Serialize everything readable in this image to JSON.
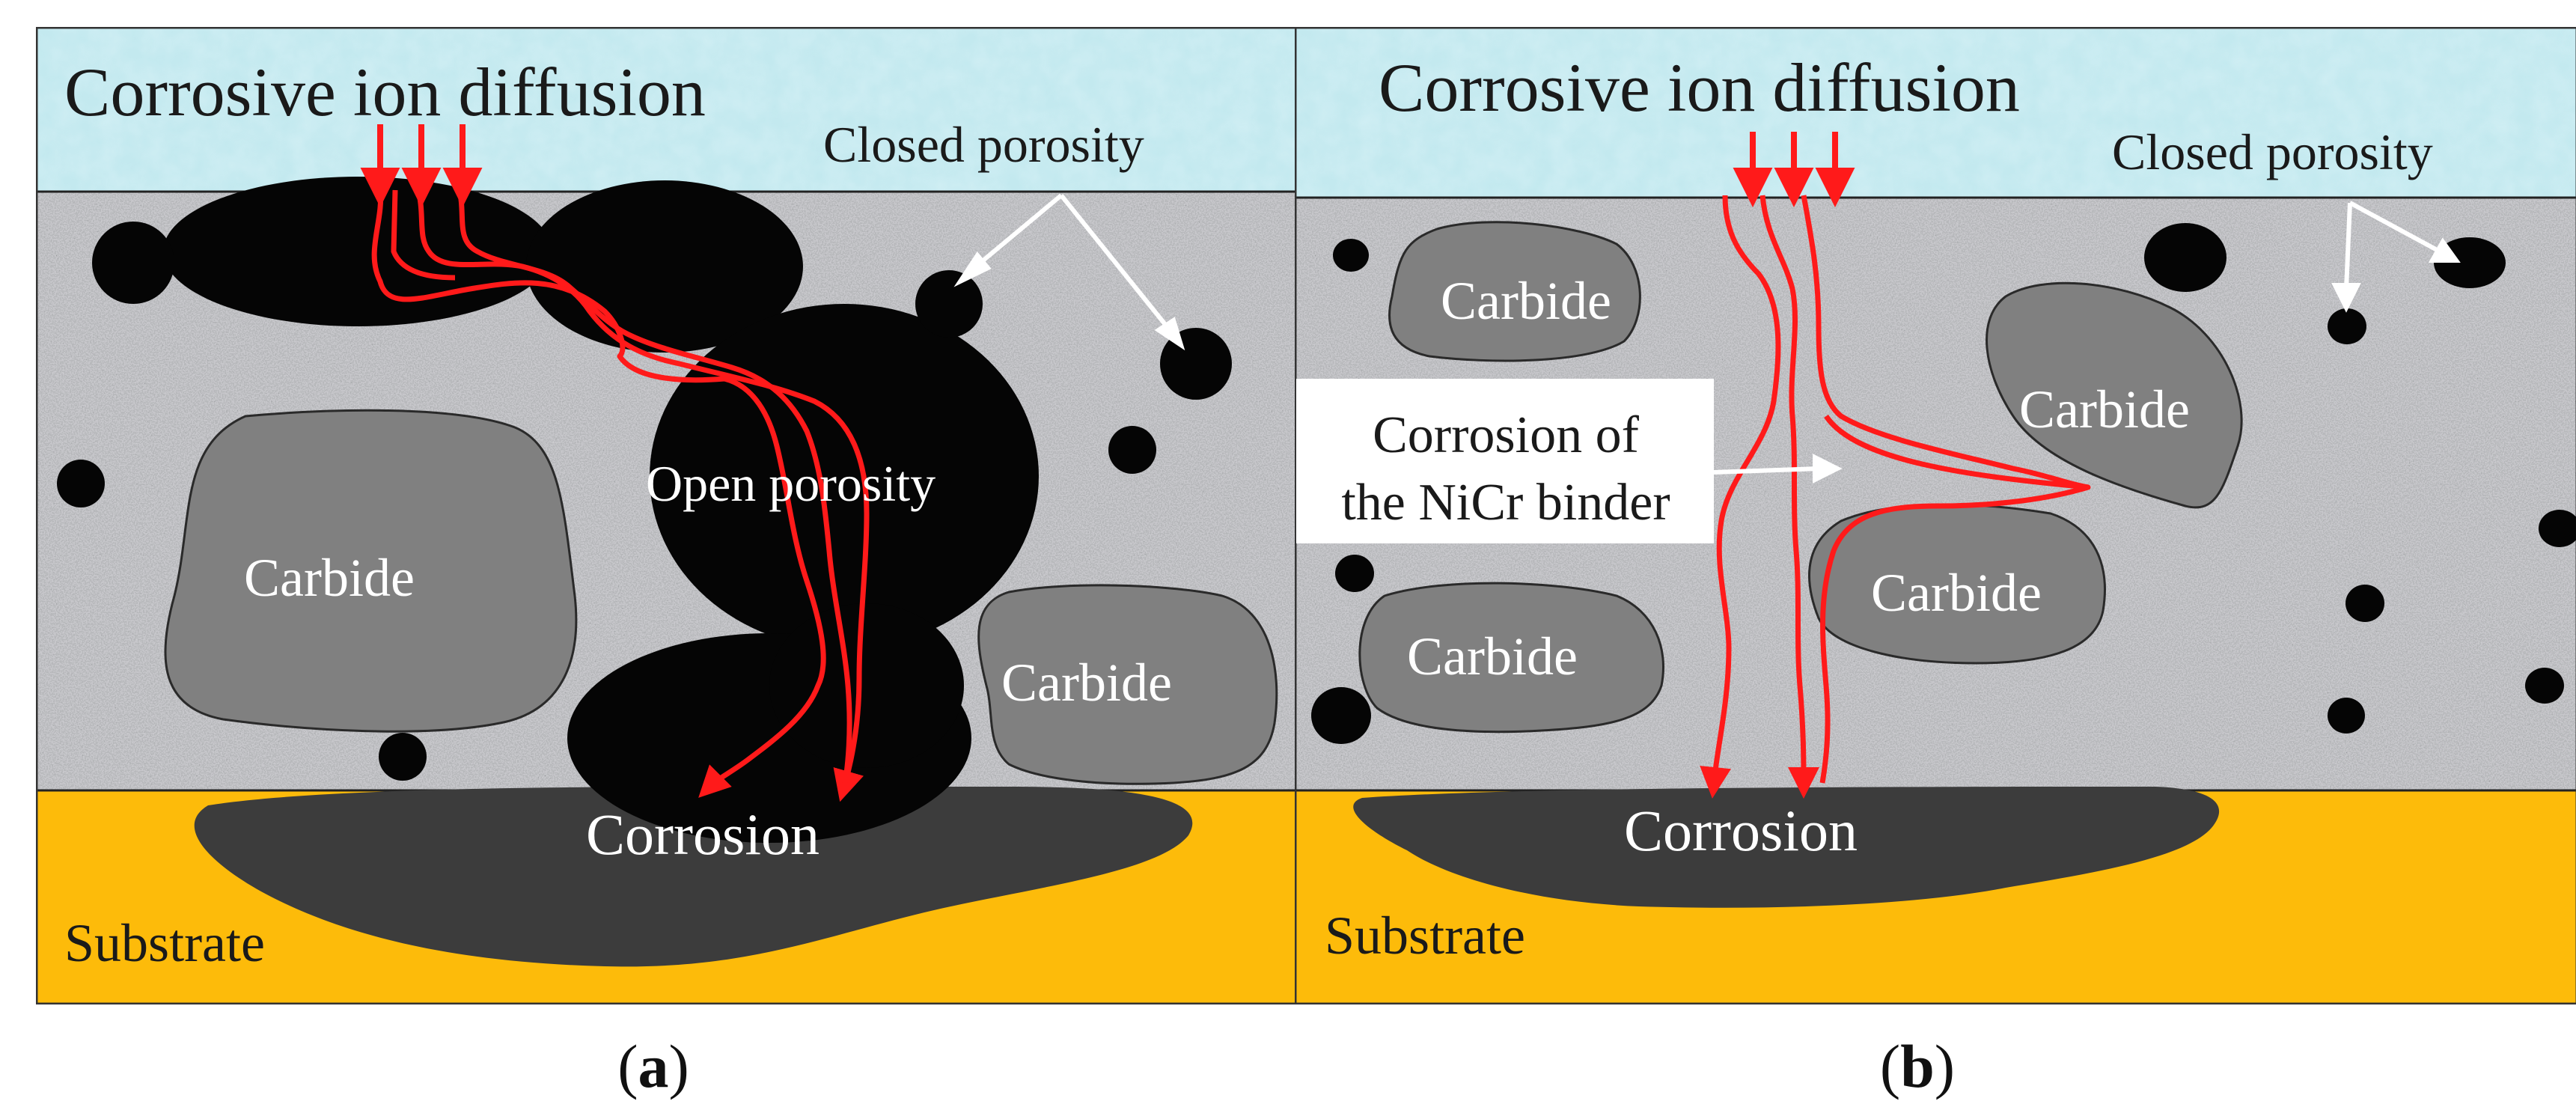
{
  "panel_a": {
    "title": "Corrosive ion diffusion",
    "closed_porosity": "Closed porosity",
    "open_porosity": "Open porosity",
    "carbide_1": "Carbide",
    "carbide_2": "Carbide",
    "corrosion": "Corrosion",
    "substrate": "Substrate",
    "caption_open": "(",
    "caption_letter": "a",
    "caption_close": ")"
  },
  "panel_b": {
    "title": "Corrosive ion diffusion",
    "closed_porosity": "Closed porosity",
    "carbide_1": "Carbide",
    "carbide_2": "Carbide",
    "carbide_3": "Carbide",
    "carbide_4": "Carbide",
    "binder_label_line1": "Corrosion of",
    "binder_label_line2": "the NiCr binder",
    "corrosion": "Corrosion",
    "substrate": "Substrate",
    "caption_open": "(",
    "caption_letter": "b",
    "caption_close": ")"
  },
  "colors": {
    "water": "#bfe8ee",
    "coating": "#a9aaae",
    "pore": "#050505",
    "carbide": "#808080",
    "corrosion": "#3c3c3c",
    "substrate": "#fdbb0a",
    "crack": "#ff1a1a",
    "arrow_white": "#ffffff"
  }
}
